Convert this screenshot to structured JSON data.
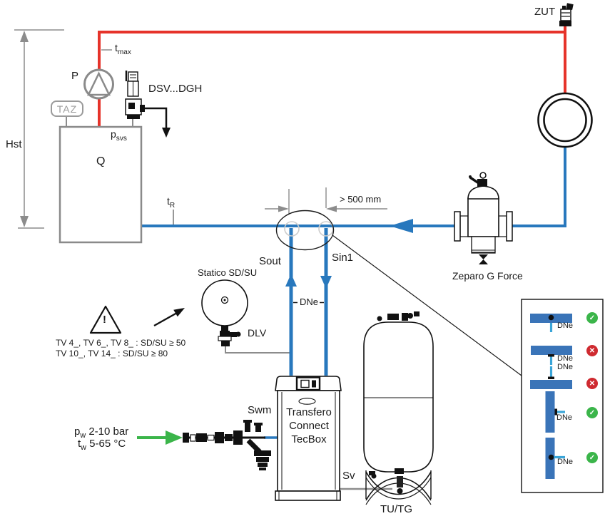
{
  "labels": {
    "zut": "ZUT",
    "tmax": {
      "base": "t",
      "sub": "max"
    },
    "pump": "P",
    "dsv": "DSV...DGH",
    "taz": "TAZ",
    "psvs": {
      "base": "p",
      "sub": "svs"
    },
    "q": "Q",
    "hst": "Hst",
    "tr": {
      "base": "t",
      "sub": "R"
    },
    "dim": "> 500 mm",
    "zeparo": "Zeparo G Force",
    "sout": "Sout",
    "sin1": "Sin1",
    "statico": "Statico SD/SU",
    "dlv": "DLV",
    "warn_icon": "!",
    "warn_line1": "TV 4_, TV 6_, TV 8_ : SD/SU ≥ 50",
    "warn_line2": "TV 10_, TV 14_ : SD/SU ≥ 80",
    "dne_mid": "DNe",
    "swm": "Swm",
    "supply_line1": {
      "base": "p",
      "sub": "w",
      "rest": " 2-10 bar"
    },
    "supply_line2": {
      "base": "t",
      "sub": "w",
      "rest": " 5-65 °C"
    },
    "tecbox": {
      "line1": "Transfero",
      "line2": "Connect",
      "line3": "TecBox"
    },
    "sv": "Sv",
    "tutg": "TU/TG"
  },
  "inset": {
    "rows": [
      {
        "label": "DNe",
        "status": "ok"
      },
      {
        "label": "DNe",
        "status": "not-ok"
      },
      {
        "label": "DNe",
        "status": "not-ok"
      },
      {
        "label": "DNe",
        "status": "ok"
      },
      {
        "label": "DNe",
        "status": "ok"
      }
    ],
    "icons": {
      "check": "✓",
      "cross": "✕"
    }
  },
  "colors": {
    "supply_pipe_red": "#e6332a",
    "return_pipe_blue": "#2878bd",
    "inset_pipe_blue": "#3a74b8",
    "inset_branch_cyan": "#3aa5d8",
    "ok_green": "#3bb54a",
    "not_ok_red": "#cf2a30",
    "annotation_gray": "#8c8c8c",
    "supply_arrow_green": "#3bb54a"
  }
}
